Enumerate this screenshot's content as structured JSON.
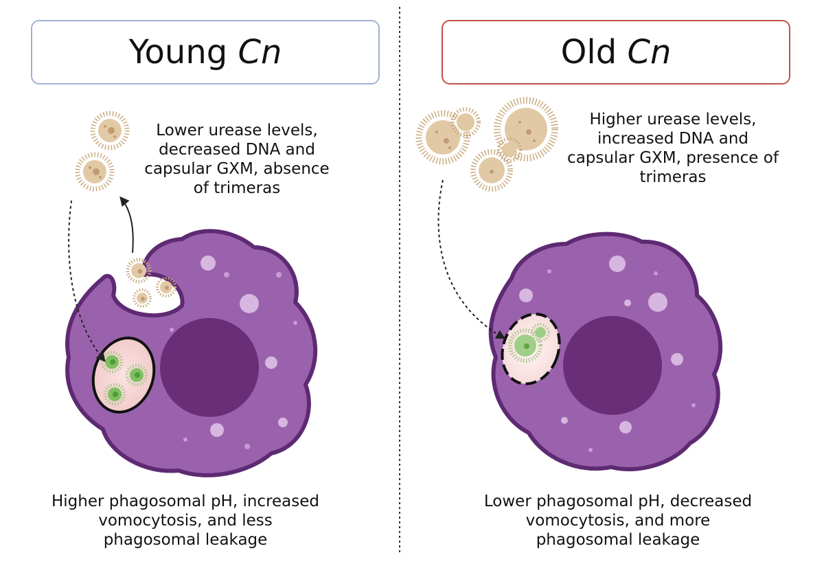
{
  "panels": {
    "young": {
      "title_main": "Young ",
      "title_italic": "Cn",
      "traits": [
        "Lower urease levels,",
        "decreased DNA and",
        "capsular GXM, absence",
        "of trimeras"
      ],
      "phagosome": [
        "Higher phagosomal pH, increased",
        "vomocytosis, and less",
        "phagosomal leakage"
      ]
    },
    "old": {
      "title_main": "Old ",
      "title_italic": "Cn",
      "traits": [
        "Higher urease levels,",
        "increased DNA and",
        "capsular GXM, presence of",
        "trimeras"
      ],
      "phagosome": [
        "Lower phagosomal pH, decreased",
        "vomocytosis, and more",
        "phagosomal leakage"
      ]
    }
  },
  "colors": {
    "young_border": "#9fb3d1",
    "old_border": "#c0504d",
    "macrophage": "#9a62ac",
    "macrophage_outline": "#5e2a72",
    "nucleus": "#6a2d78",
    "yeast_body": "#e2c9a6",
    "yeast_cilia": "#c9aa7e",
    "engulfed_body": "#8cc46c",
    "phagosome_fill": "#f2cfcf"
  }
}
